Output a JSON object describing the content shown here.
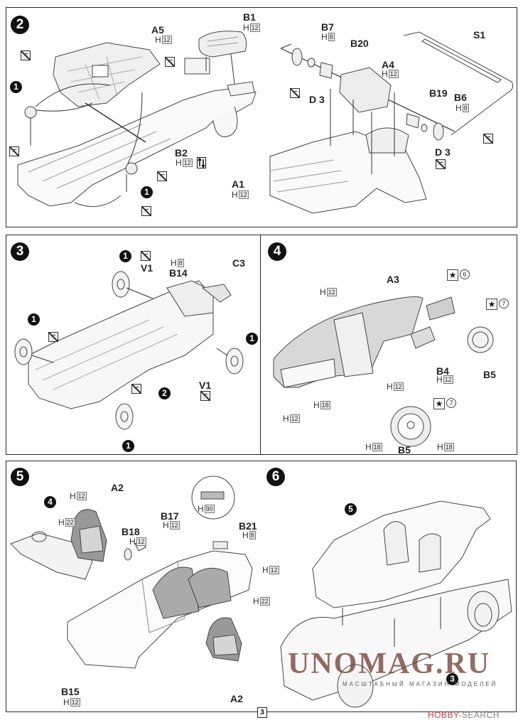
{
  "page": {
    "page_number": "3",
    "watermark": {
      "text": "UNOMAG.RU",
      "subtitle": "МАСШТАБНЫЙ МАГАЗИН МОДЕЛЕЙ"
    },
    "source_mark": {
      "prefix": "HOBBY",
      "suffix": "-SEARCH"
    }
  },
  "icons": {
    "cement": "cement-icon",
    "flip": "flip-parts-icon",
    "decal": "decal-star-icon",
    "ref_1": "1"
  },
  "steps": [
    {
      "number": "2",
      "labels": {
        "a5": "A5",
        "a5_paint": "12",
        "b1": "B1",
        "b1_paint": "12",
        "b2": "B2",
        "b2_paint": "12",
        "a1": "A1",
        "a1_paint": "12",
        "ref1a": "1",
        "ref1b": "1",
        "b7": "B7",
        "b7_paint": "8",
        "b20": "B20",
        "a4": "A4",
        "a4_paint": "12",
        "d3a": "D 3",
        "s1": "S1",
        "b19": "B19",
        "b6": "B6",
        "b6_paint": "8",
        "d3b": "D 3"
      }
    },
    {
      "number": "3",
      "labels": {
        "ref1_top": "1",
        "v1_top": "V1",
        "b14_paint": "8",
        "b14": "B14",
        "c3": "C3",
        "ref1_left": "1",
        "ref1_right": "1",
        "ref1_bottom": "1",
        "ref2": "2",
        "v1_bottom": "V1"
      }
    },
    {
      "number": "4",
      "labels": {
        "a3": "A3",
        "dash_paint_top": "12",
        "decal6": "6",
        "decal7a": "7",
        "b4": "B4",
        "b4_paint": "12",
        "b5a": "B5",
        "paint_left": "12",
        "paint_18": "18",
        "wheel_paint_top": "12",
        "decal7b": "7",
        "wheel_paint_left": "18",
        "wheel_paint_right": "18",
        "b5b": "B5"
      }
    },
    {
      "number": "5",
      "labels": {
        "ref4": "4",
        "a2_top": "A2",
        "seat_paint_12": "12",
        "seat_paint_22": "22",
        "b17": "B17",
        "b17_paint": "12",
        "b18": "B18",
        "b18_paint": "12",
        "h90": "90",
        "b21": "B21",
        "b21_paint": "8",
        "tub_paint_12": "12",
        "tub_paint_22": "22",
        "b15": "B15",
        "b15_paint": "12",
        "a2_bottom": "A2"
      }
    },
    {
      "number": "6",
      "labels": {
        "ref5": "5",
        "ref3": "3"
      }
    }
  ],
  "paint_prefix": "H"
}
